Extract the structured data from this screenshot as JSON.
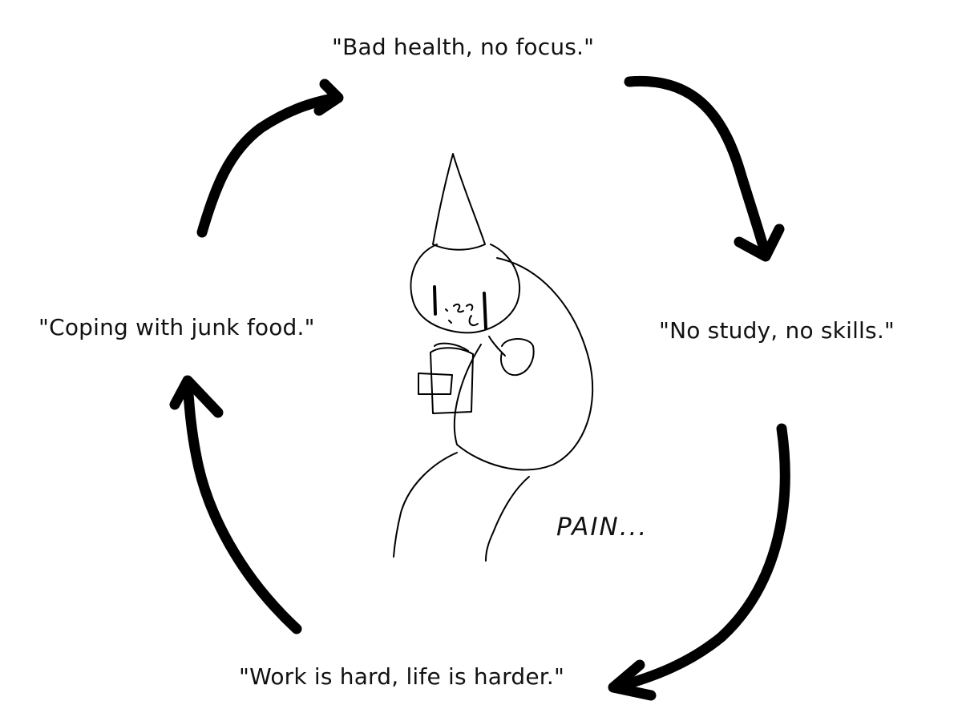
{
  "cycle": {
    "steps": [
      {
        "text": "\"Bad health, no focus.\""
      },
      {
        "text": "\"No study, no skills.\""
      },
      {
        "text": "\"Work is hard, life is harder.\""
      },
      {
        "text": "\"Coping with junk food.\""
      }
    ],
    "center_caption": "PAIN...",
    "arrow_color": "#000000",
    "ink_color": "#111111"
  },
  "figure": {
    "icons": [
      "cone-hat-icon",
      "crying-face-icon",
      "junk-food-bag-icon"
    ]
  }
}
